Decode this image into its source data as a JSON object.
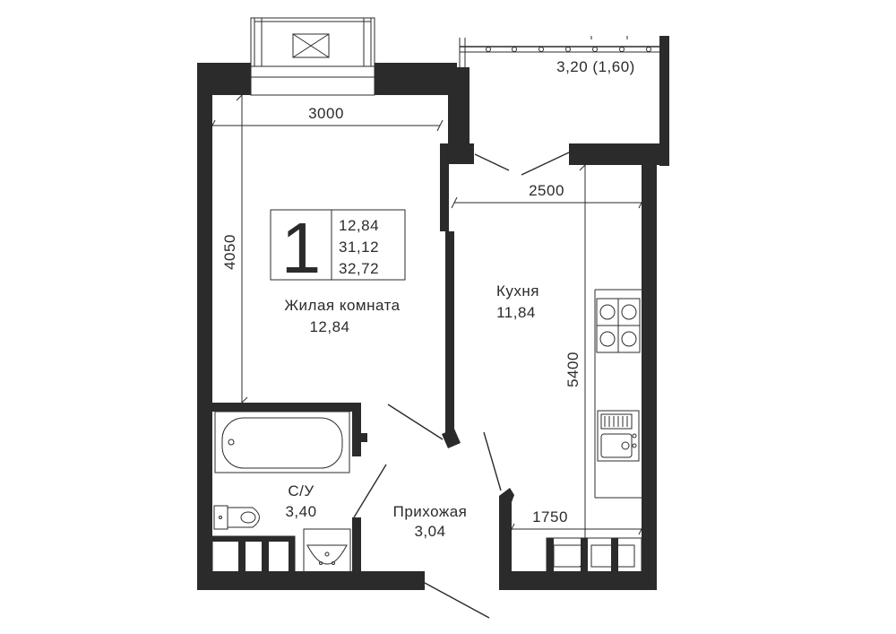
{
  "apartment": {
    "rooms_count": "1",
    "living_area": "12,84",
    "total_area": "31,12",
    "total_area_with_balcony": "32,72"
  },
  "rooms": {
    "living": {
      "name": "Жилая комната",
      "area": "12,84"
    },
    "kitchen": {
      "name": "Кухня",
      "area": "11,84"
    },
    "bathroom": {
      "name": "С/У",
      "area": "3,40"
    },
    "hall": {
      "name": "Прихожая",
      "area": "3,04"
    },
    "balcony": {
      "area": "3,20 (1,60)"
    }
  },
  "dimensions": {
    "living_width": "3000",
    "living_depth": "4050",
    "kitchen_width": "2500",
    "kitchen_depth": "5400",
    "hall_width": "1750"
  },
  "colors": {
    "wall": "#2b2b2b",
    "background": "#ffffff"
  }
}
